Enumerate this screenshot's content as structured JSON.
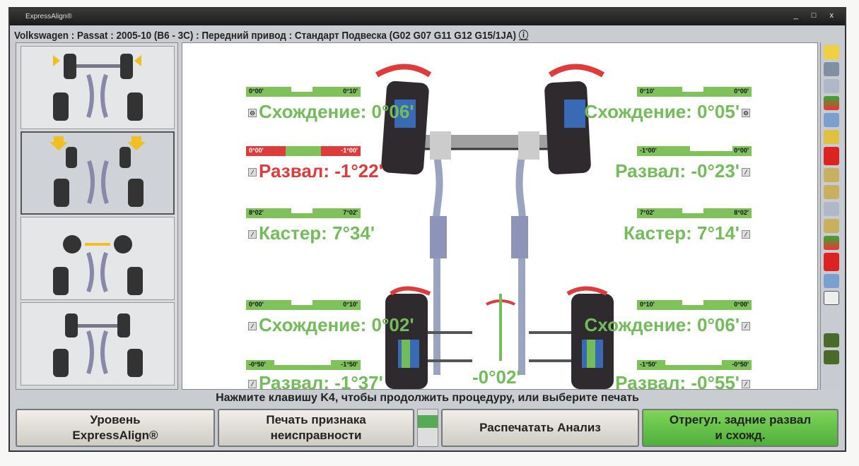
{
  "window": {
    "title": "ExpressAlign®",
    "controls": "_ □ x"
  },
  "header": "Volkswagen : Passat : 2005-10 (B6 - 3C) : Передний привод : Стандарт Подвеска (G02 G07 G11 G12 G15/1JA)",
  "header_icon": "info-icon",
  "left_tiles": [
    "front-toe-step",
    "front-camber-step",
    "caster-step",
    "rear-step"
  ],
  "front_left": {
    "toe": {
      "label": "Схождение: 0°06'",
      "min": "0°00'",
      "max": "0°10'",
      "status": "ok",
      "icon": "steering-wheel-icon"
    },
    "camber": {
      "label": "Развал: -1°22'",
      "min": "0°00'",
      "max": "-1°00'",
      "status": "out",
      "icon": "wrench-icon"
    },
    "caster": {
      "label": "Кастер: 7°34'",
      "min": "8°02'",
      "max": "7°02'",
      "status": "ok",
      "icon": "wrench-icon"
    }
  },
  "front_right": {
    "toe": {
      "label": "Схождение: 0°05'",
      "min": "0°10'",
      "max": "0°00'",
      "status": "ok"
    },
    "camber": {
      "label": "Развал: -0°23'",
      "min": "-1°00'",
      "max": "0°00'",
      "status": "ok"
    },
    "caster": {
      "label": "Кастер: 7°14'",
      "min": "7°02'",
      "max": "8°02'",
      "status": "ok"
    }
  },
  "rear_left": {
    "toe": {
      "label": "Схождение: 0°02'",
      "min": "0°00'",
      "max": "0°10'"
    },
    "camber": {
      "label": "Развал: -1°37'",
      "min": "-0°50'",
      "max": "-1°50'"
    }
  },
  "rear_right": {
    "toe": {
      "label": "Схождение: 0°06'",
      "min": "0°10'",
      "max": "0°00'"
    },
    "camber": {
      "label": "Развал: -0°55'",
      "min": "-1°50'",
      "max": "-0°50'"
    }
  },
  "thrust_angle": "-0°02'",
  "status": "Нажмите клавишу K4, чтобы продолжить процедуру, или выберите печать",
  "buttons": {
    "b1a": "Уровень",
    "b1b": "ExpressAlign®",
    "b2a": "Печать признака",
    "b2b": "неисправности",
    "b3": "Распечатать  Анализ",
    "b4a": "Отрегул. задние развал",
    "b4b": "и схожд."
  },
  "colors": {
    "ok": "#72bd5a",
    "out": "#e03b3b"
  }
}
